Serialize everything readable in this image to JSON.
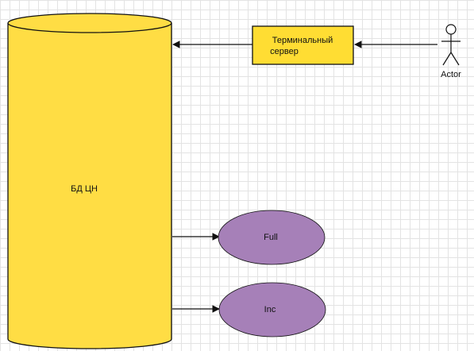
{
  "nodes": {
    "database": {
      "label": "БД ЦН"
    },
    "terminal_server": {
      "label_line1": "Терминальный",
      "label_line2": "сервер"
    },
    "actor": {
      "label": "Actor"
    },
    "full": {
      "label": "Full"
    },
    "inc": {
      "label": "Inc"
    }
  },
  "colors": {
    "database_fill": "#ffdd44",
    "terminal_fill": "#ffdd33",
    "ellipse_fill": "#a680b8",
    "stroke": "#111111",
    "grid": "#e3e3e3"
  }
}
